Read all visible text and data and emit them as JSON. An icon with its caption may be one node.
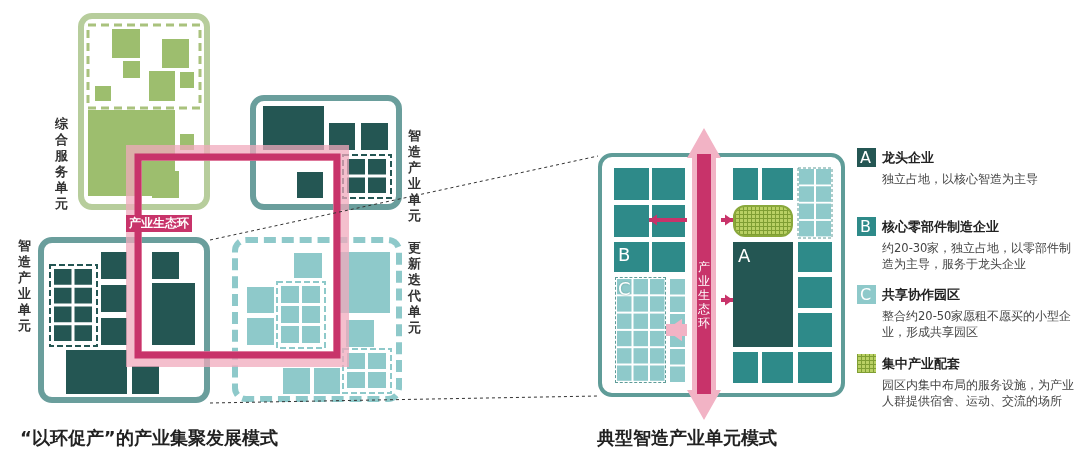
{
  "diagram": {
    "nodes": [
      {
        "text": [
          "综合服务单元"
        ]
      },
      {
        "text": [
          "智造产业单元"
        ]
      },
      {
        "text": [
          "智造产业单元"
        ]
      },
      {
        "text": [
          "更新迭代单元"
        ]
      },
      {
        "text": [
          "产业生态环"
        ]
      },
      {
        "text": [],
        "shape": "box"
      },
      {
        "text": [
          "产业生态环"
        ],
        "in": 5
      },
      {
        "text": [],
        "shape": "box",
        "in": 5
      },
      {
        "text": [
          "B"
        ],
        "in": 5
      },
      {
        "text": [
          "A"
        ],
        "in": 5
      },
      {
        "text": [
          "C"
        ],
        "in": 5
      }
    ],
    "edges": [
      {
        "from": 2,
        "to": 5,
        "arrow": "none",
        "style": "dashed",
        "color": "#333333"
      },
      {
        "from": 2,
        "to": 5,
        "arrow": "none",
        "style": "dashed",
        "color": "#333333"
      },
      {
        "from": 6,
        "to": 8,
        "arrow": "to",
        "color": "#c8336a"
      },
      {
        "from": 6,
        "to": 7,
        "arrow": "to",
        "color": "#c8336a"
      },
      {
        "from": 6,
        "to": 9,
        "arrow": "to",
        "color": "#c8336a"
      },
      {
        "from": 6,
        "to": 10,
        "arrow": "to",
        "style": "thick",
        "color": "#f2b3c5"
      }
    ],
    "labels": [
      "A",
      "独立占地，以核心智造为主导",
      "B",
      "约20-30家，独立占地，以零部件制造为主导，服务于龙头企业",
      "C",
      "整合约20-50家愿租不愿买的小型企业，形成共享园区",
      "园区内集中布局的服务设施，为产业人群提供宿舍、运动、交流的场所",
      "“以环促产”的产业集聚发展模式",
      "典型智造产业单元模式"
    ],
    "legend": [
      {
        "text": "龙头企业",
        "color": "#245653"
      },
      {
        "text": "核心零部件制造企业",
        "color": "#2e8a89"
      },
      {
        "text": "共享协作园区",
        "color": "#8ec9ca"
      },
      {
        "text": "集中产业配套"
      }
    ]
  }
}
